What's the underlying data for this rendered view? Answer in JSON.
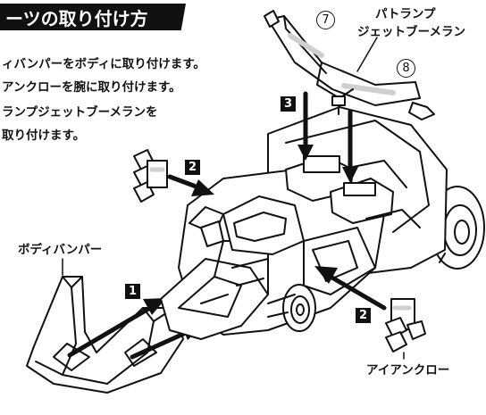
{
  "title": "ーツの取り付け方",
  "instructions": [
    "ィバンパーをボディに取り付けます。",
    "アンクローを腕に取り付けます。",
    "ランプジェットブーメランを",
    "取り付けます。"
  ],
  "labels": {
    "body_bumper": "ボディバンパー",
    "iron_claw": "アイアンクロー",
    "patlamp_line1": "パトランプ",
    "patlamp_line2": "ジェットブーメラン"
  },
  "steps": {
    "step1": "1",
    "step2a": "2",
    "step2b": "2",
    "step3": "3"
  },
  "callouts": {
    "c7": "7",
    "c8": "8"
  },
  "colors": {
    "ink": "#111111",
    "paper": "#ffffff",
    "shade": "#cfcfcf"
  }
}
